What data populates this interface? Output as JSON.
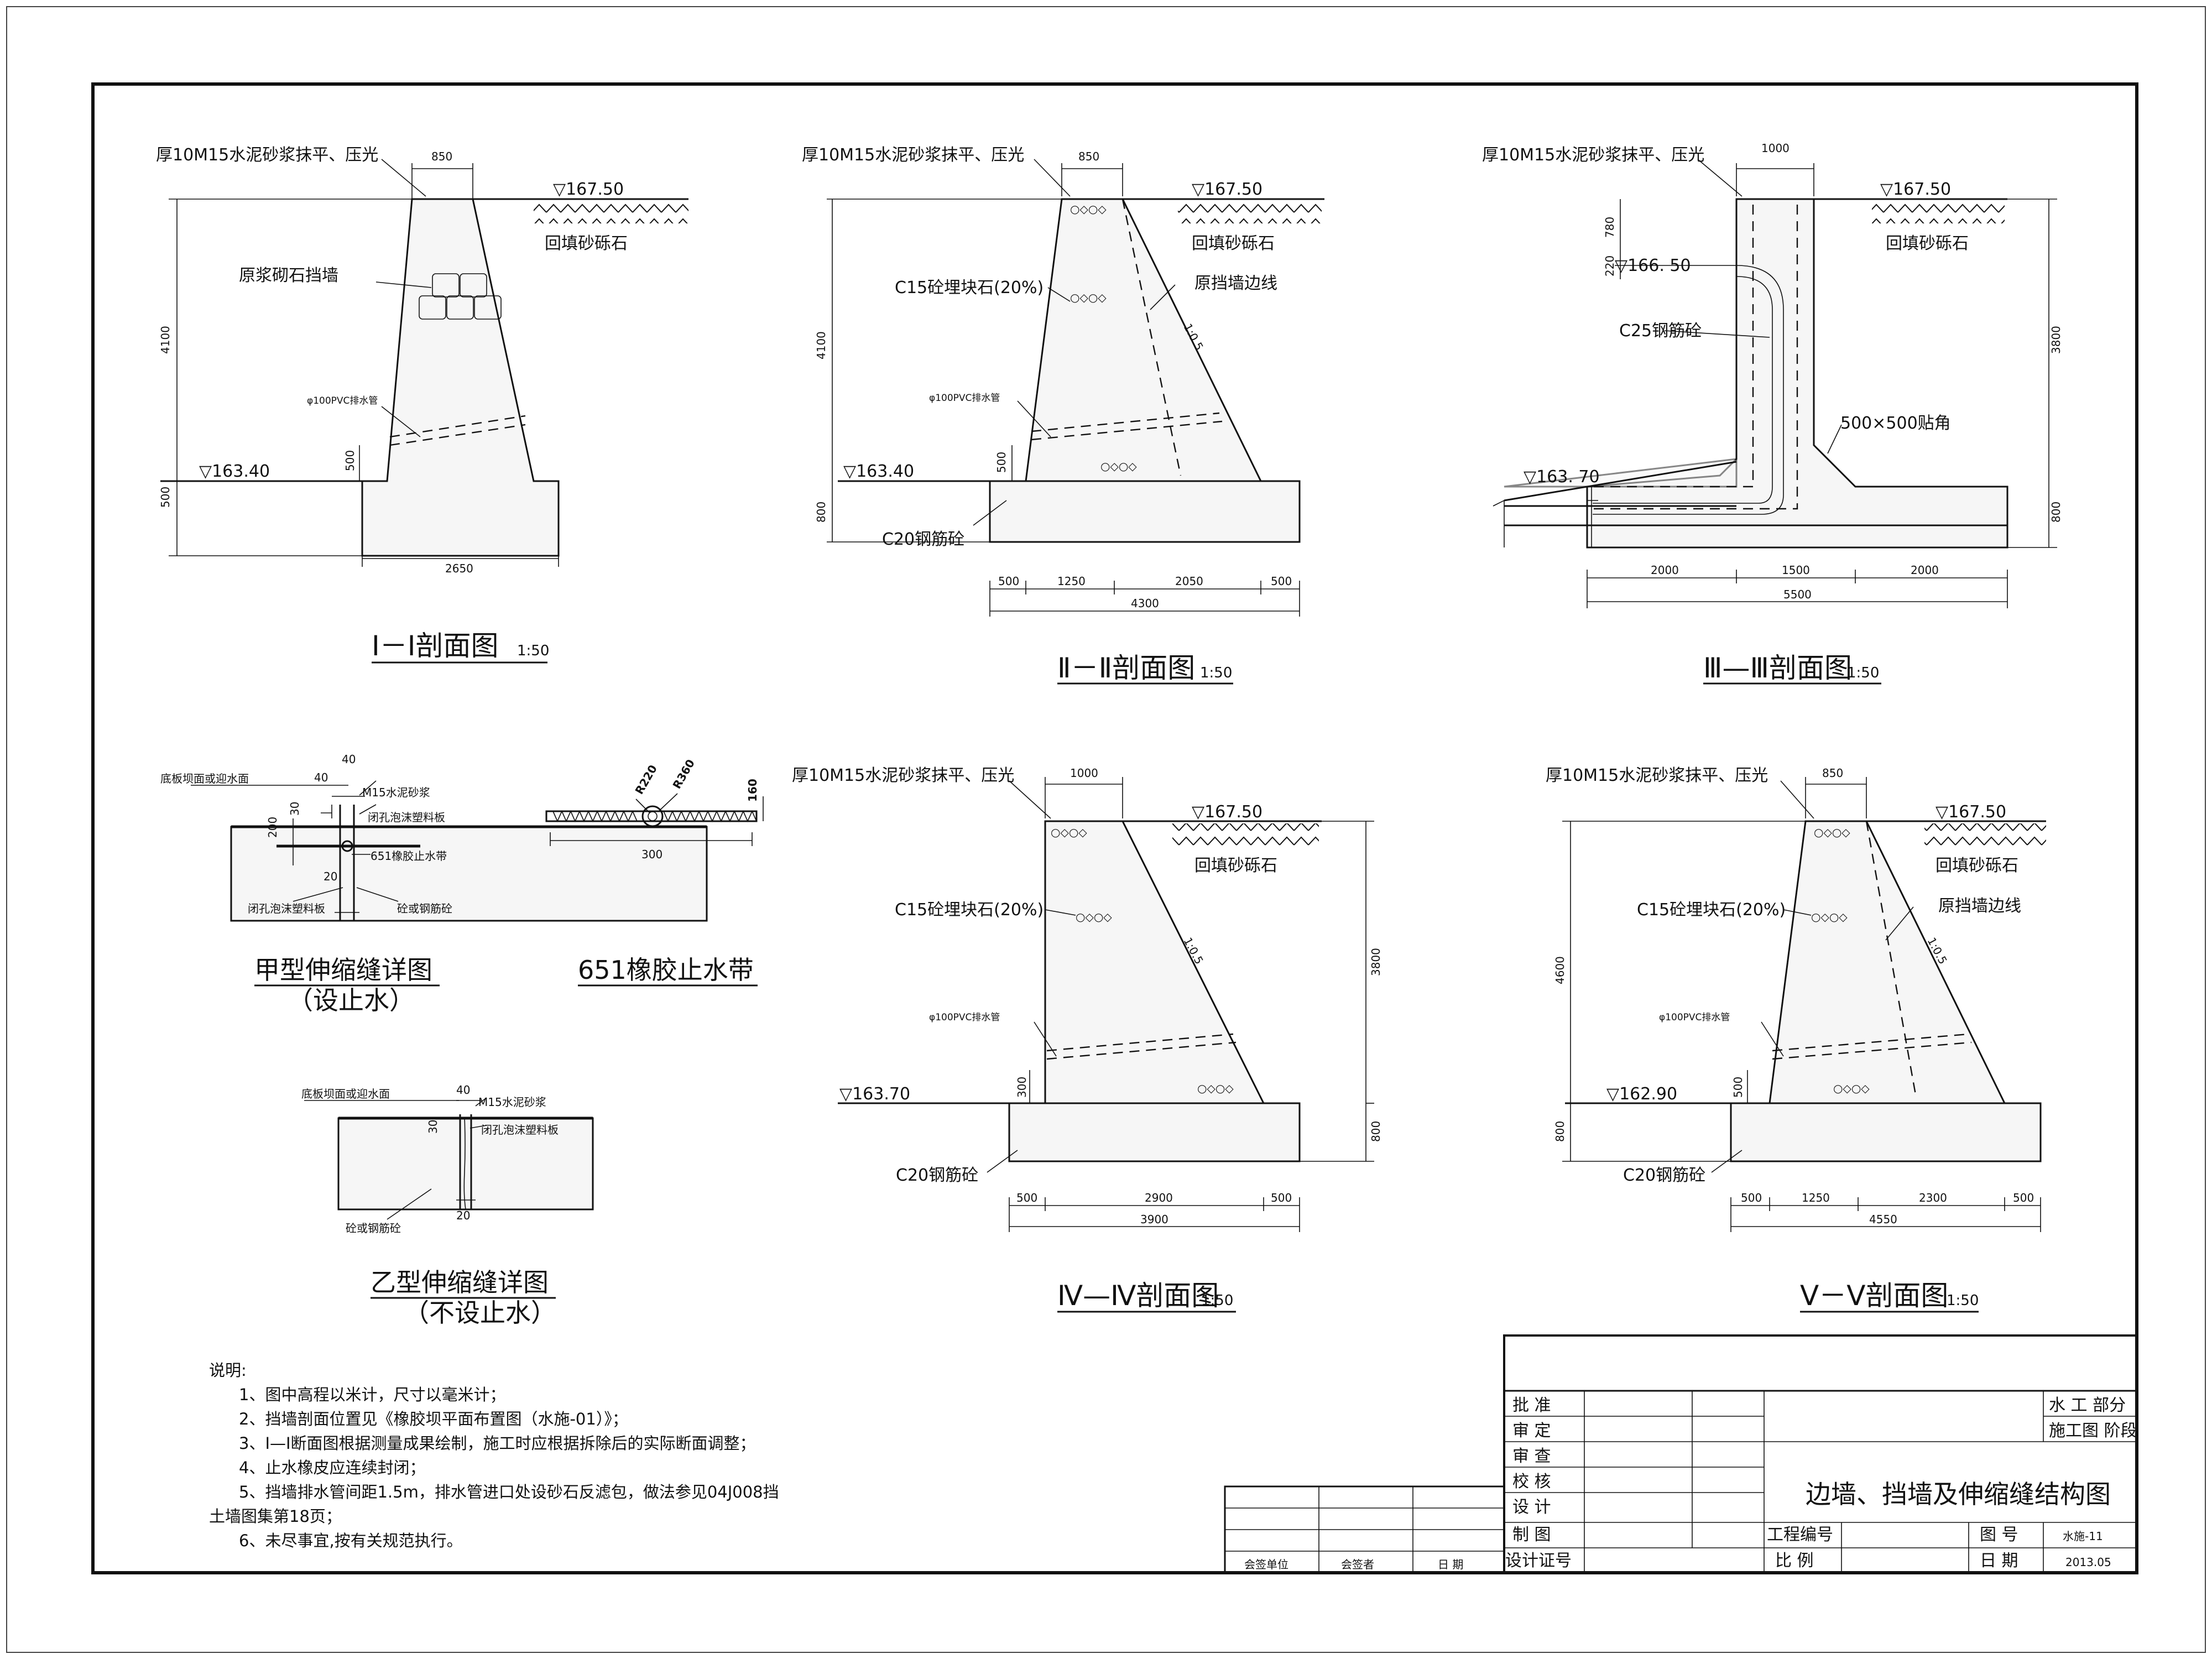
{
  "sections": {
    "s1": {
      "title": "Ⅰ－Ⅰ剖面图",
      "scale": "1:50",
      "top_note": "厚10M15水泥砂浆抹平、压光",
      "top_width": "850",
      "elev_top": "▽167.50",
      "elev_bottom": "▽163.40",
      "backfill": "回填砂砾石",
      "material": "原浆砌石挡墙",
      "pipe": "φ100PVC排水管",
      "height": "4100",
      "pipe_offset": "500",
      "base_height": "500",
      "base_width": "2650"
    },
    "s2": {
      "title": "Ⅱ－Ⅱ剖面图",
      "scale": "1:50",
      "top_note": "厚10M15水泥砂浆抹平、压光",
      "top_width": "850",
      "elev_top": "▽167.50",
      "elev_bottom": "▽163.40",
      "backfill": "回填砂砾石",
      "fill": "C15砼埋块石(20%)",
      "old_line": "原挡墙边线",
      "slope": "1:0.5",
      "pipe": "φ100PVC排水管",
      "base": "C20钢筋砼",
      "height": "4100",
      "pipe_offset": "500",
      "base_height": "800",
      "d1": "500",
      "d2": "1250",
      "d3": "2050",
      "d4": "500",
      "total": "4300"
    },
    "s3": {
      "title": "Ⅲ—Ⅲ剖面图",
      "scale": "1:50",
      "top_note": "厚10M15水泥砂浆抹平、压光",
      "top_width": "1000",
      "elev_top": "▽167.50",
      "elev_mid": "▽166. 50",
      "elev_bottom": "▽163. 70",
      "backfill": "回填砂砾石",
      "material": "C25钢筋砼",
      "fillet": "500×500贴角",
      "h1": "780",
      "h2": "220",
      "height": "3800",
      "base_height": "800",
      "d1": "2000",
      "d2": "1500",
      "d3": "2000",
      "total": "5500"
    },
    "s4": {
      "title": "Ⅳ—Ⅳ剖面图",
      "scale": "1:50",
      "top_note": "厚10M15水泥砂浆抹平、压光",
      "top_width": "1000",
      "elev_top": "▽167.50",
      "elev_bottom": "▽163.70",
      "backfill": "回填砂砾石",
      "fill": "C15砼埋块石(20%)",
      "slope": "1:0.5",
      "pipe": "φ100PVC排水管",
      "base": "C20钢筋砼",
      "height": "3800",
      "pipe_offset": "300",
      "base_height": "800",
      "d1": "500",
      "d2": "2900",
      "d3": "500",
      "total": "3900"
    },
    "s5": {
      "title": "Ⅴ－Ⅴ剖面图",
      "scale": "1:50",
      "top_note": "厚10M15水泥砂浆抹平、压光",
      "top_width": "850",
      "elev_top": "▽167.50",
      "elev_bottom": "▽162.90",
      "backfill": "回填砂砾石",
      "fill": "C15砼埋块石(20%)",
      "old_line": "原挡墙边线",
      "slope": "1:0.5",
      "pipe": "φ100PVC排水管",
      "base": "C20钢筋砼",
      "height": "4600",
      "pipe_offset": "500",
      "base_height": "800",
      "d1": "500",
      "d2": "1250",
      "d3": "2300",
      "d4": "500",
      "total": "4550"
    }
  },
  "details": {
    "jia": {
      "title": "甲型伸缩缝详图",
      "subtitle": "（设止水）",
      "l1": "底板坝面或迎水面",
      "l2": "M15水泥砂浆",
      "l3": "闭孔泡沫塑料板",
      "l4": "651橡胶止水带",
      "l5": "闭孔泡沫塑料板",
      "l6": "砼或钢筋砼",
      "d1": "40",
      "d2": "40",
      "d3": "30",
      "d4": "200",
      "d5": "20"
    },
    "rubber": {
      "title": "651橡胶止水带",
      "r1": "R220",
      "r2": "R360",
      "h": "160",
      "w": "300"
    },
    "yi": {
      "title": "乙型伸缩缝详图",
      "subtitle": "（不设止水）",
      "l1": "底板坝面或迎水面",
      "l2": "M15水泥砂浆",
      "l3": "闭孔泡沫塑料板",
      "l4": "砼或钢筋砼",
      "d1": "40",
      "d2": "30",
      "d3": "20"
    }
  },
  "notes": {
    "heading": "说明:",
    "items": [
      "1、图中高程以米计，尺寸以毫米计；",
      "2、挡墙剖面位置见《橡胶坝平面布置图（水施-01）》；",
      "3、Ⅰ—Ⅰ断面图根据测量成果绘制，施工时应根据拆除后的实际断面调整；",
      "4、止水橡皮应连续封闭；",
      "5、挡墙排水管间距1.5m，排水管进口处设砂石反滤包，做法参见04J008挡",
      "土墙图集第18页；",
      "6、未尽事宜,按有关规范执行。"
    ]
  },
  "countersign": {
    "c1": "会签单位",
    "c2": "会签者",
    "c3": "日  期"
  },
  "title_block": {
    "roles": [
      "批  准",
      "审  定",
      "审  查",
      "校  核",
      "设  计",
      "制  图"
    ],
    "cert": "设计证号",
    "dept": "水  工  部分",
    "phase": "施工图  阶段",
    "drawing_title": "边墙、挡墙及伸缩缝结构图",
    "proj_no_label": "工程编号",
    "scale_label": "比  例",
    "dwg_no_label": "图  号",
    "dwg_no": "水施-11",
    "date_label": "日  期",
    "date": "2013.05"
  }
}
